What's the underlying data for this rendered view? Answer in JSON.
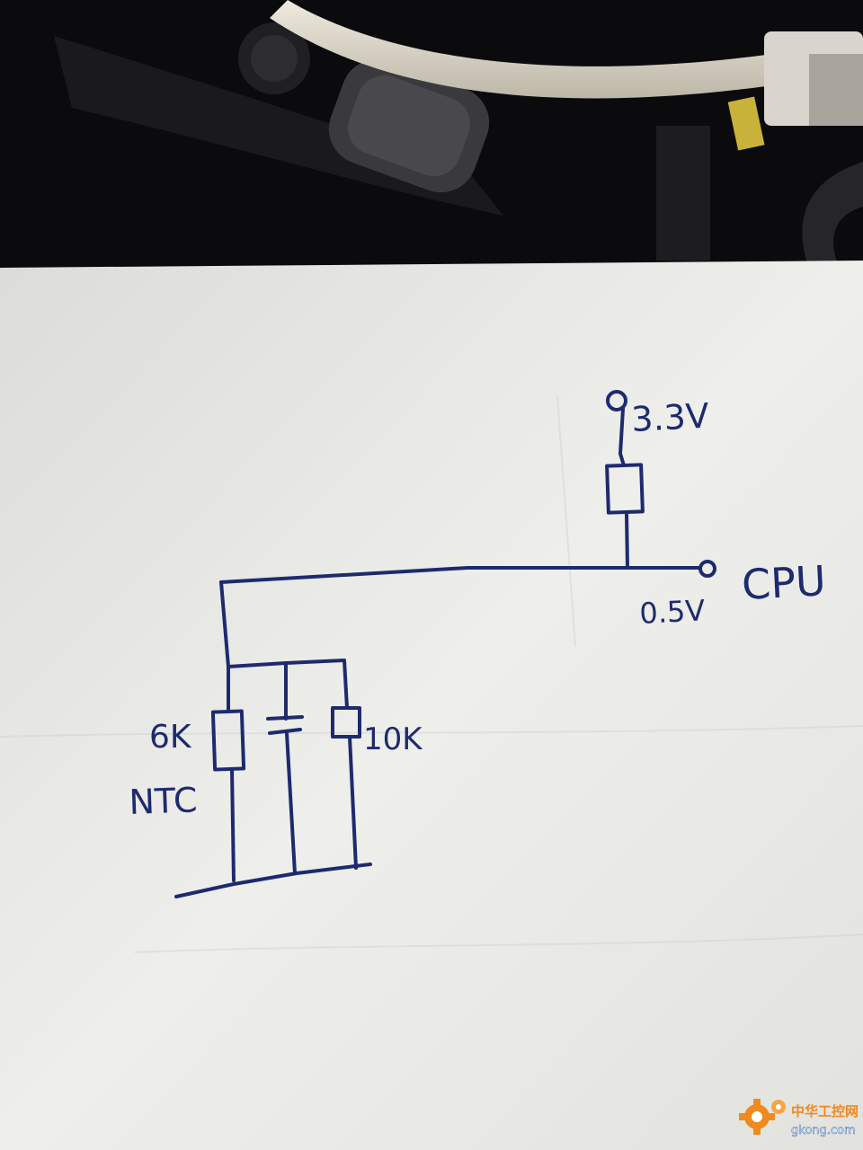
{
  "circuit": {
    "supply_label": "3.3V",
    "node_voltage_label": "0.5V",
    "output_label": "CPU",
    "ntc_value_label": "6K",
    "ntc_type_label": "NTC",
    "resistor_value_label": "10K"
  },
  "watermark": {
    "cn_text": "中华工控网",
    "site_text": "gkong.com"
  },
  "colors": {
    "ink": "#1e2a6e",
    "paper": "#e9e9e6",
    "background": "#0b0b0d",
    "watermark_orange": "#f08a1c"
  }
}
